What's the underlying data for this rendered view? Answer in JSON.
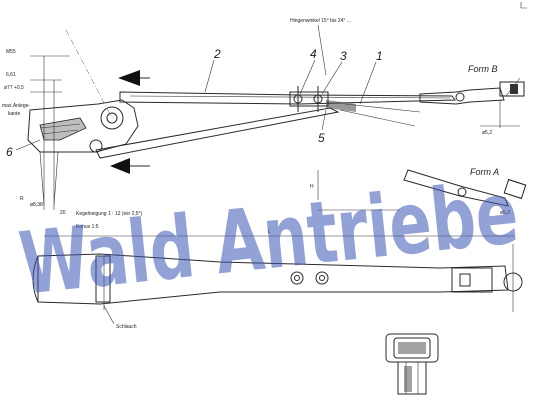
{
  "labels": {
    "top_note": "Hingenwinkel 15° bis 24° ...",
    "part_2": "2",
    "part_4": "4",
    "part_3": "3",
    "part_1": "1",
    "part_5": "5",
    "part_6": "6",
    "form_a": "Form A",
    "form_b": "Form B",
    "dim_left_1": "M55",
    "dim_left_2": "6,61",
    "dim_left_3": "ø77 +0,5",
    "dim_left_4": "max.Anlege-",
    "dim_left_5": "kante",
    "dim_left_6": "ø8,38",
    "dim_20": "20",
    "dim_r": "R",
    "dim_l": "L",
    "note_1": "Kegelneigung 1 : 12 (ein 2,5°)",
    "note_2": "Konus 1:5",
    "dim_b": "ø5,2",
    "dim_a": "ø5,2",
    "dim_h": "H",
    "schlauch": "Schlauch",
    "watermark": "Wald Antriebe"
  }
}
